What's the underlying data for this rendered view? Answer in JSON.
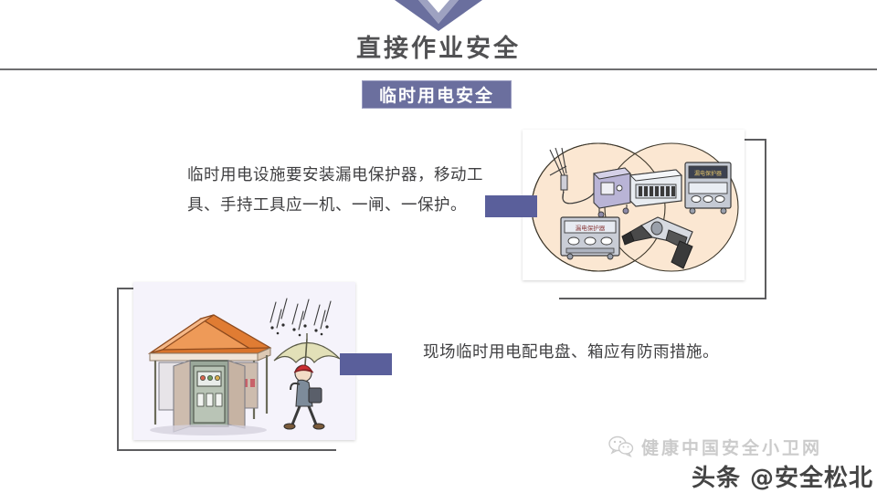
{
  "header": {
    "chevron_icon": "chevron-down-logo",
    "title": "直接作业安全",
    "title_color": "#515153",
    "divider_color": "#6e6e70"
  },
  "subtitle": {
    "label": "临时用电安全",
    "background_color": "#6b6f9e",
    "text_color": "#ffffff"
  },
  "accent": {
    "connector_color": "#5a5f9b",
    "frame_color": "#5d5d5f"
  },
  "content": {
    "blocks": [
      {
        "id": "temporary-power-protection",
        "text": "临时用电设施要安装漏电保护器，移动工具、手持工具应一机、一闸、一保护。",
        "connector_name": "connector-tab-top"
      },
      {
        "id": "rainproof-distribution-box",
        "text": "现场临时用电配电盘、箱应有防雨措施。",
        "connector_name": "connector-tab-bottom"
      }
    ]
  },
  "figures": [
    {
      "id": "electrical-equipment-photo",
      "caption_icons": [
        "welding-machine",
        "leakage-protector",
        "distribution-panel",
        "electric-drill"
      ],
      "circle_fill": "#fbe6cf",
      "circle_stroke": "#3a3428"
    },
    {
      "id": "rainproof-shelter-photo",
      "caption_icons": [
        "canopy-shelter",
        "distribution-cabinet",
        "person-with-umbrella",
        "rain"
      ],
      "roof_color": "#e8823c",
      "background_color": "#f4f2fa"
    }
  ],
  "watermarks": {
    "wechat_icon": "wechat-icon",
    "wechat_label": "健康中国安全小卫网",
    "toutiao_label": "头条 @安全松北"
  }
}
